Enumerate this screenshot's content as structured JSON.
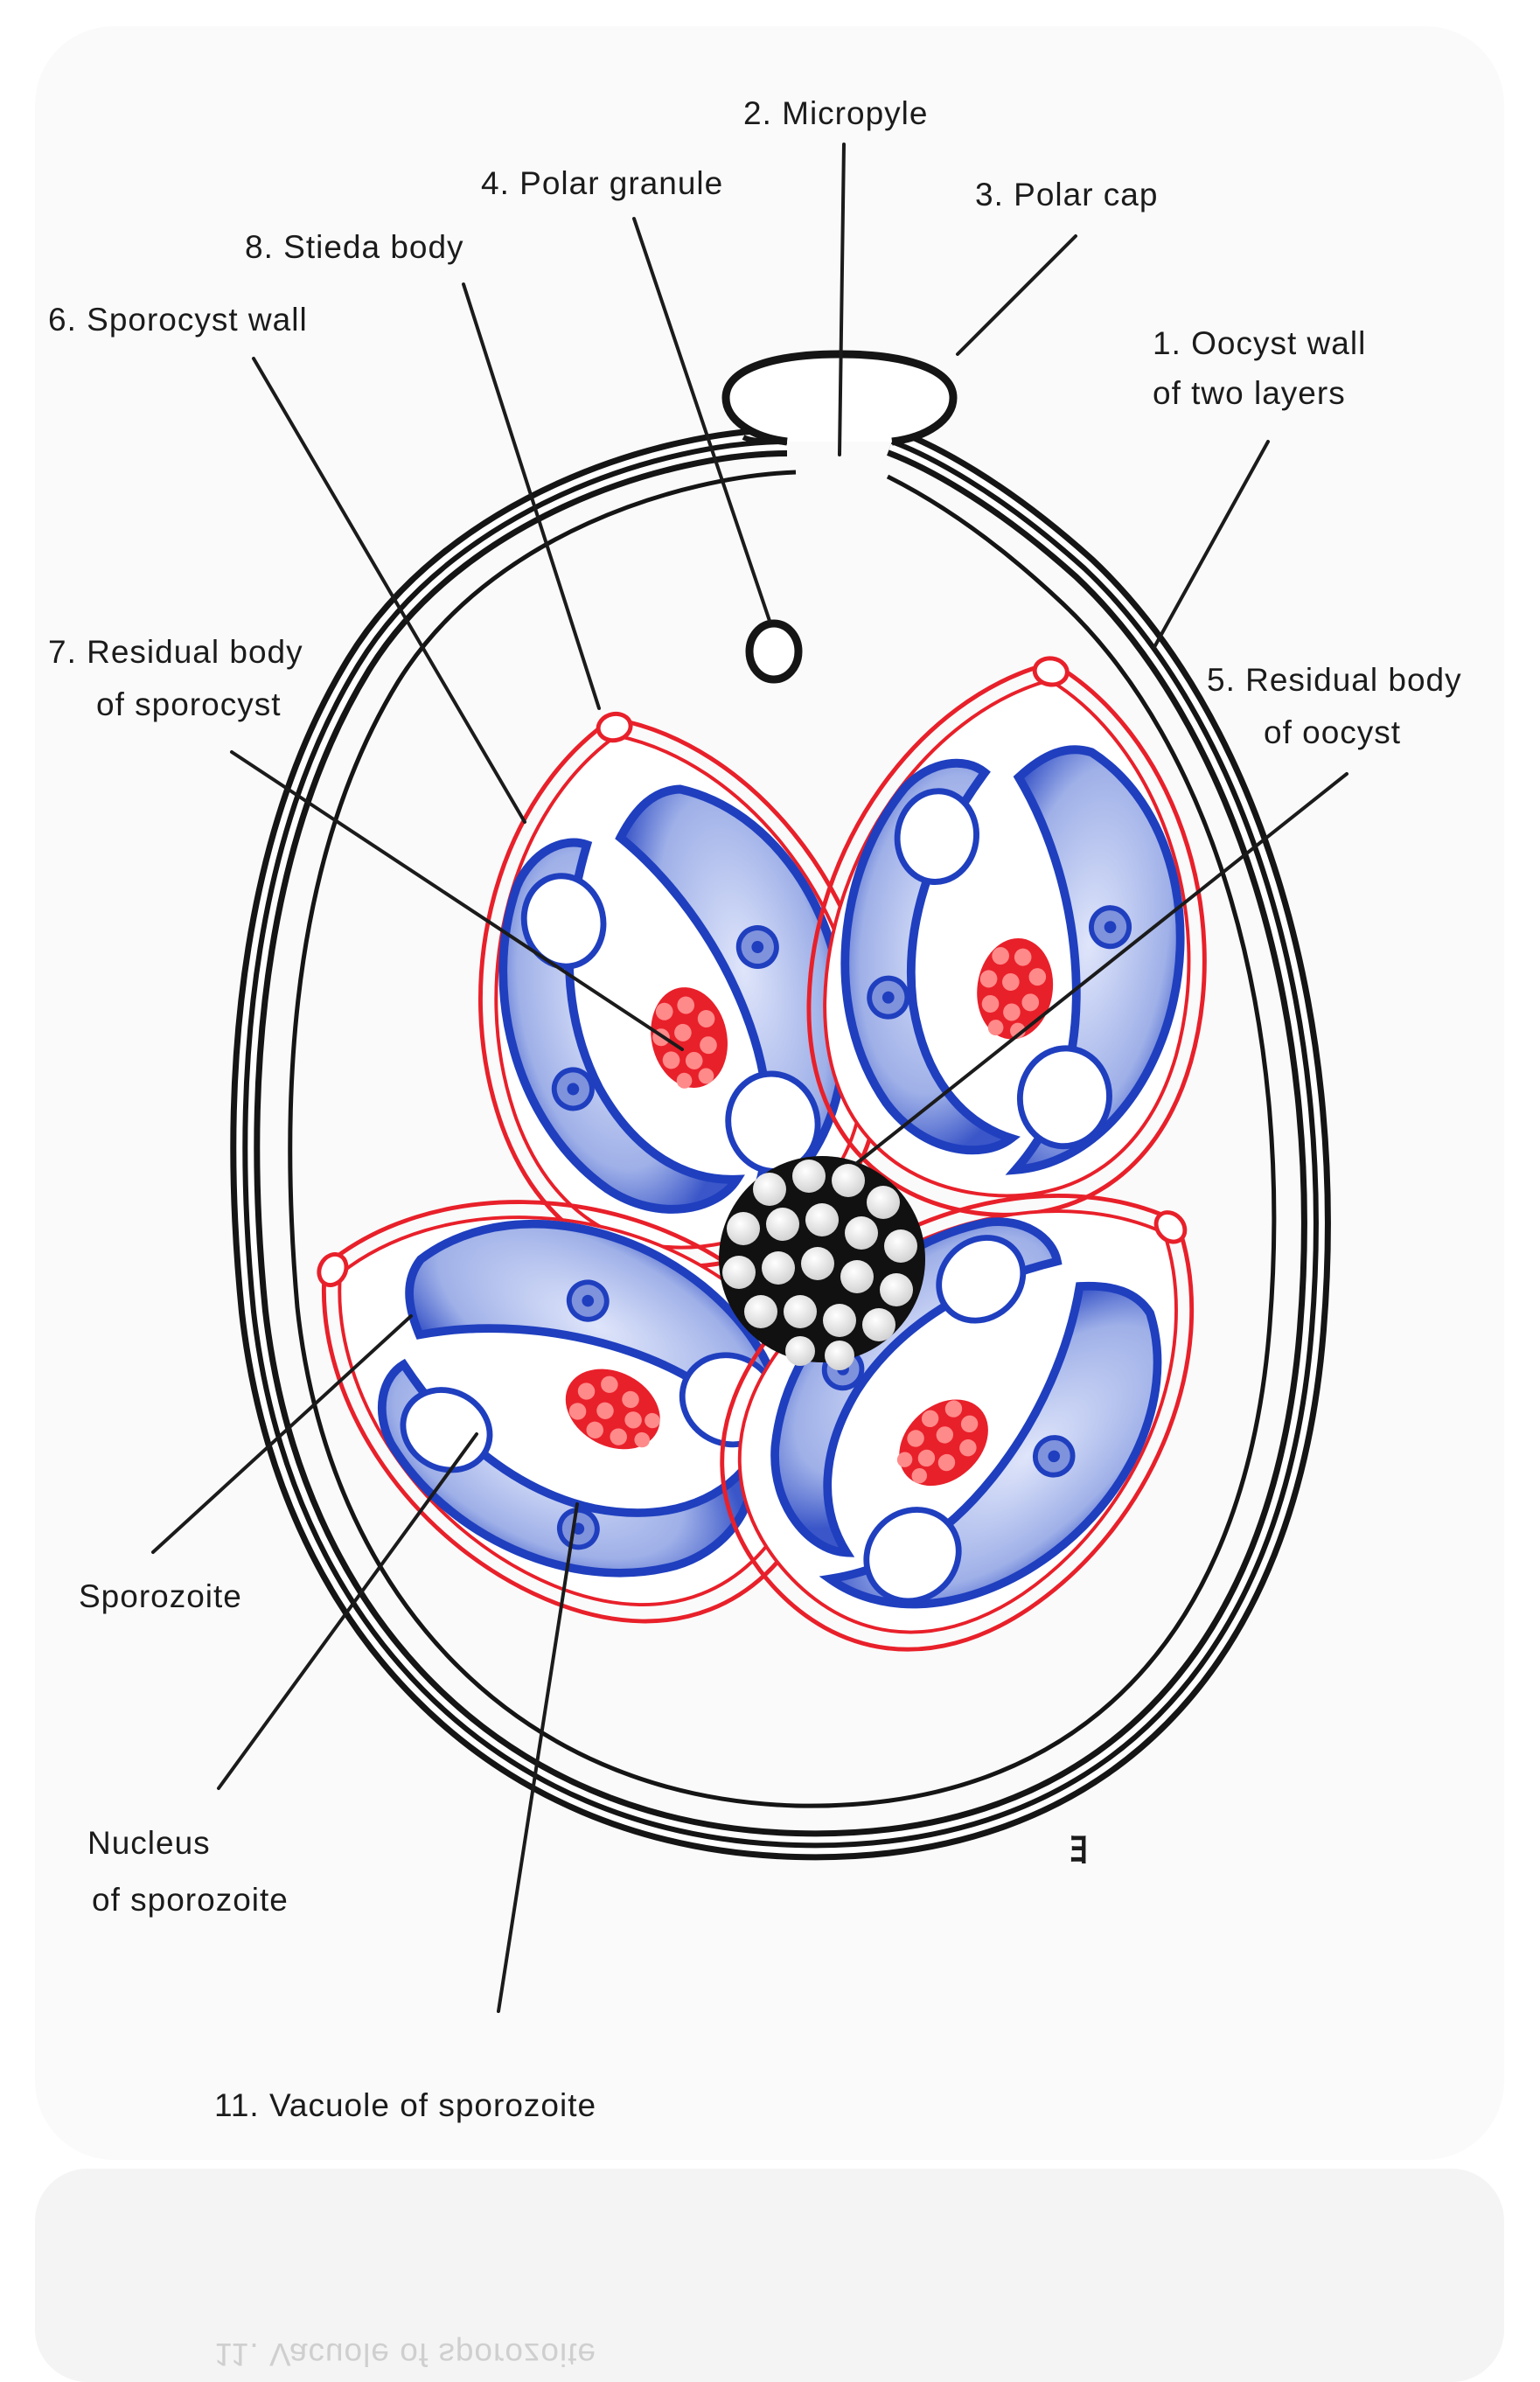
{
  "labels": {
    "micropyle": "2. Micropyle",
    "polar_granule": "4. Polar granule",
    "polar_cap": "3. Polar cap",
    "stieda_body": "8. Stieda body",
    "sporocyst_wall": "6. Sporocyst wall",
    "oocyst_wall_1": "1. Oocyst wall",
    "oocyst_wall_2": "of two layers",
    "residual_sporocyst_1": "7. Residual body",
    "residual_sporocyst_2": "of sporocyst",
    "residual_oocyst_1": "5. Residual body",
    "residual_oocyst_2": "of oocyst",
    "sporozoite": "Sporozoite",
    "nucleus_1": "Nucleus",
    "nucleus_2": "of sporozoite",
    "vacuole": "11. Vacuole of sporozoite"
  },
  "reflection_text": "11. Vacuole of sporozoite",
  "colors": {
    "oocyst_wall": "#151515",
    "sporocyst_wall": "#e8202a",
    "sporozoite": "#1f3fbf",
    "sporozoite_fill": "#c9d2f2",
    "residual_sporocyst": "#e8202a",
    "residual_oocyst": "#111111"
  }
}
